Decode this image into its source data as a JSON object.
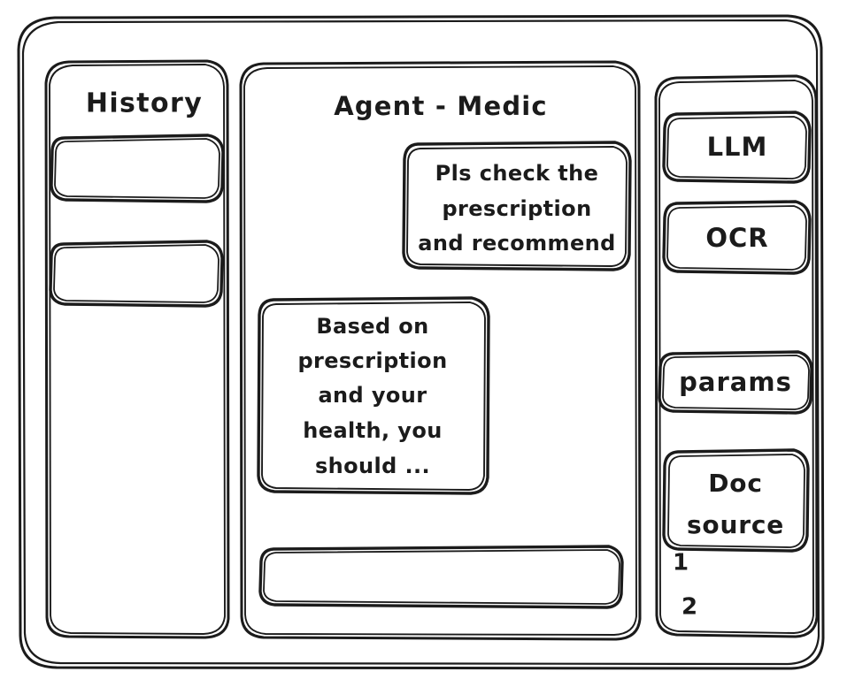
{
  "window": {
    "name": "agent-medic-wireframe"
  },
  "sidebar_left": {
    "title": "History",
    "items": [
      {
        "label": ""
      },
      {
        "label": ""
      }
    ]
  },
  "main": {
    "title": "Agent - Medic",
    "messages": [
      {
        "role": "user",
        "lines": [
          "Pls check the",
          "prescription",
          "and recommend"
        ]
      },
      {
        "role": "assistant",
        "lines": [
          "Based on",
          "prescription",
          "and your",
          "health, you",
          "should ..."
        ]
      }
    ],
    "composer": {
      "value": "",
      "placeholder": ""
    }
  },
  "sidebar_right": {
    "buttons": [
      {
        "label": "LLM"
      },
      {
        "label": "OCR"
      },
      {
        "label": "params"
      }
    ],
    "doc_source": {
      "lines": [
        "Doc",
        "source"
      ],
      "list": [
        "1",
        "2"
      ]
    }
  },
  "colors": {
    "stroke": "#1b1b1b",
    "background": "#ffffff"
  }
}
